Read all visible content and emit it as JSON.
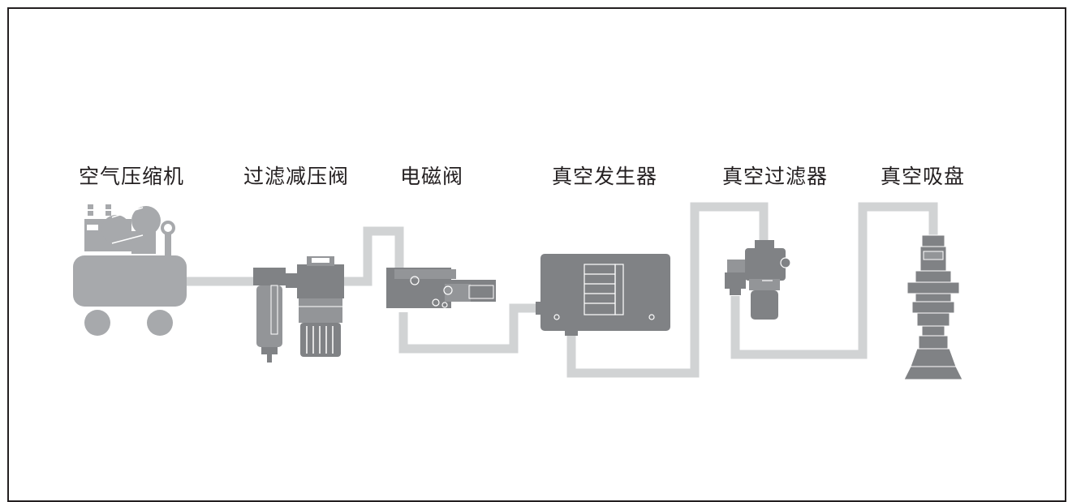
{
  "labels": {
    "air_compressor": "空气压缩机",
    "filter_regulator": "过滤减压阀",
    "solenoid_valve": "电磁阀",
    "vacuum_generator": "真空发生器",
    "vacuum_filter": "真空过滤器",
    "vacuum_suction_cup": "真空吸盘"
  },
  "colors": {
    "border": "#231f20",
    "pipe": "#d1d3d4",
    "compressor": "#a7a9ac",
    "device_dark": "#808285",
    "device_mid": "#939598"
  }
}
